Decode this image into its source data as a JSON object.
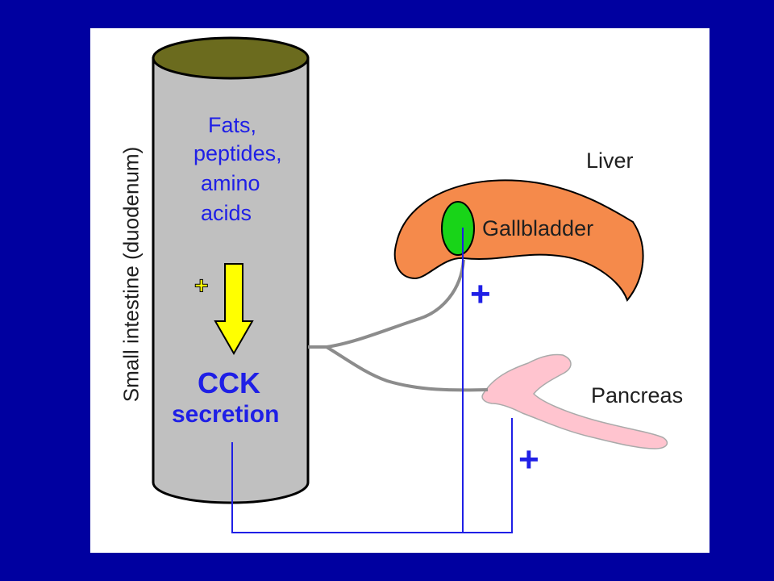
{
  "diagram": {
    "intestine_label": "Small intestine (duodenum)",
    "stimulants": [
      "Fats,",
      "peptides,",
      "amino",
      "acids"
    ],
    "stimulus_sign": "+",
    "hormone": "CCK",
    "hormone_action": "secretion",
    "liver_label": "Liver",
    "gallbladder_label": "Gallbladder",
    "pancreas_label": "Pancreas",
    "gallbladder_effect": "+",
    "pancreas_effect": "+"
  },
  "colors": {
    "background": "#0000a0",
    "panel": "#ffffff",
    "cylinder_body": "#c0c0c0",
    "cylinder_top": "#6b6b1e",
    "liver": "#f58a4b",
    "gallbladder": "#18d418",
    "pancreas": "#ffc4cf",
    "arrow": "#ffff00",
    "signal_line": "#1f1fe6",
    "nerve": "#8c8c8c"
  }
}
